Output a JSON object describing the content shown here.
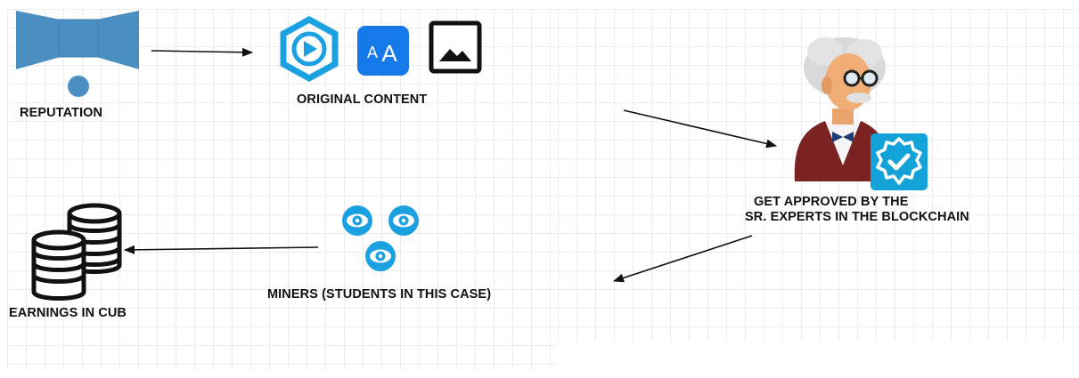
{
  "nodes": {
    "reputation": {
      "label": "REPUTATION",
      "icon": "bowtie-icon"
    },
    "original_content": {
      "label": "ORIGINAL CONTENT",
      "icons": [
        "video-play-icon",
        "font-size-icon",
        "image-icon"
      ]
    },
    "experts": {
      "line1": "GET APPROVED BY THE",
      "line2": "SR. EXPERTS IN THE BLOCKCHAIN",
      "icons": [
        "expert-person-icon",
        "verified-badge-icon"
      ]
    },
    "miners": {
      "label": "MINERS (STUDENTS IN THIS CASE)",
      "icon": "eyes-icon"
    },
    "earnings": {
      "label": "EARNINGS IN CUB",
      "icon": "coin-stacks-icon"
    }
  },
  "colors": {
    "accent_blue": "#1ba1e2",
    "bowtie_blue": "#4a8ec2",
    "app_blue": "#1679e9",
    "badge_blue": "#13a3d9",
    "coat_maroon": "#7b2323"
  }
}
